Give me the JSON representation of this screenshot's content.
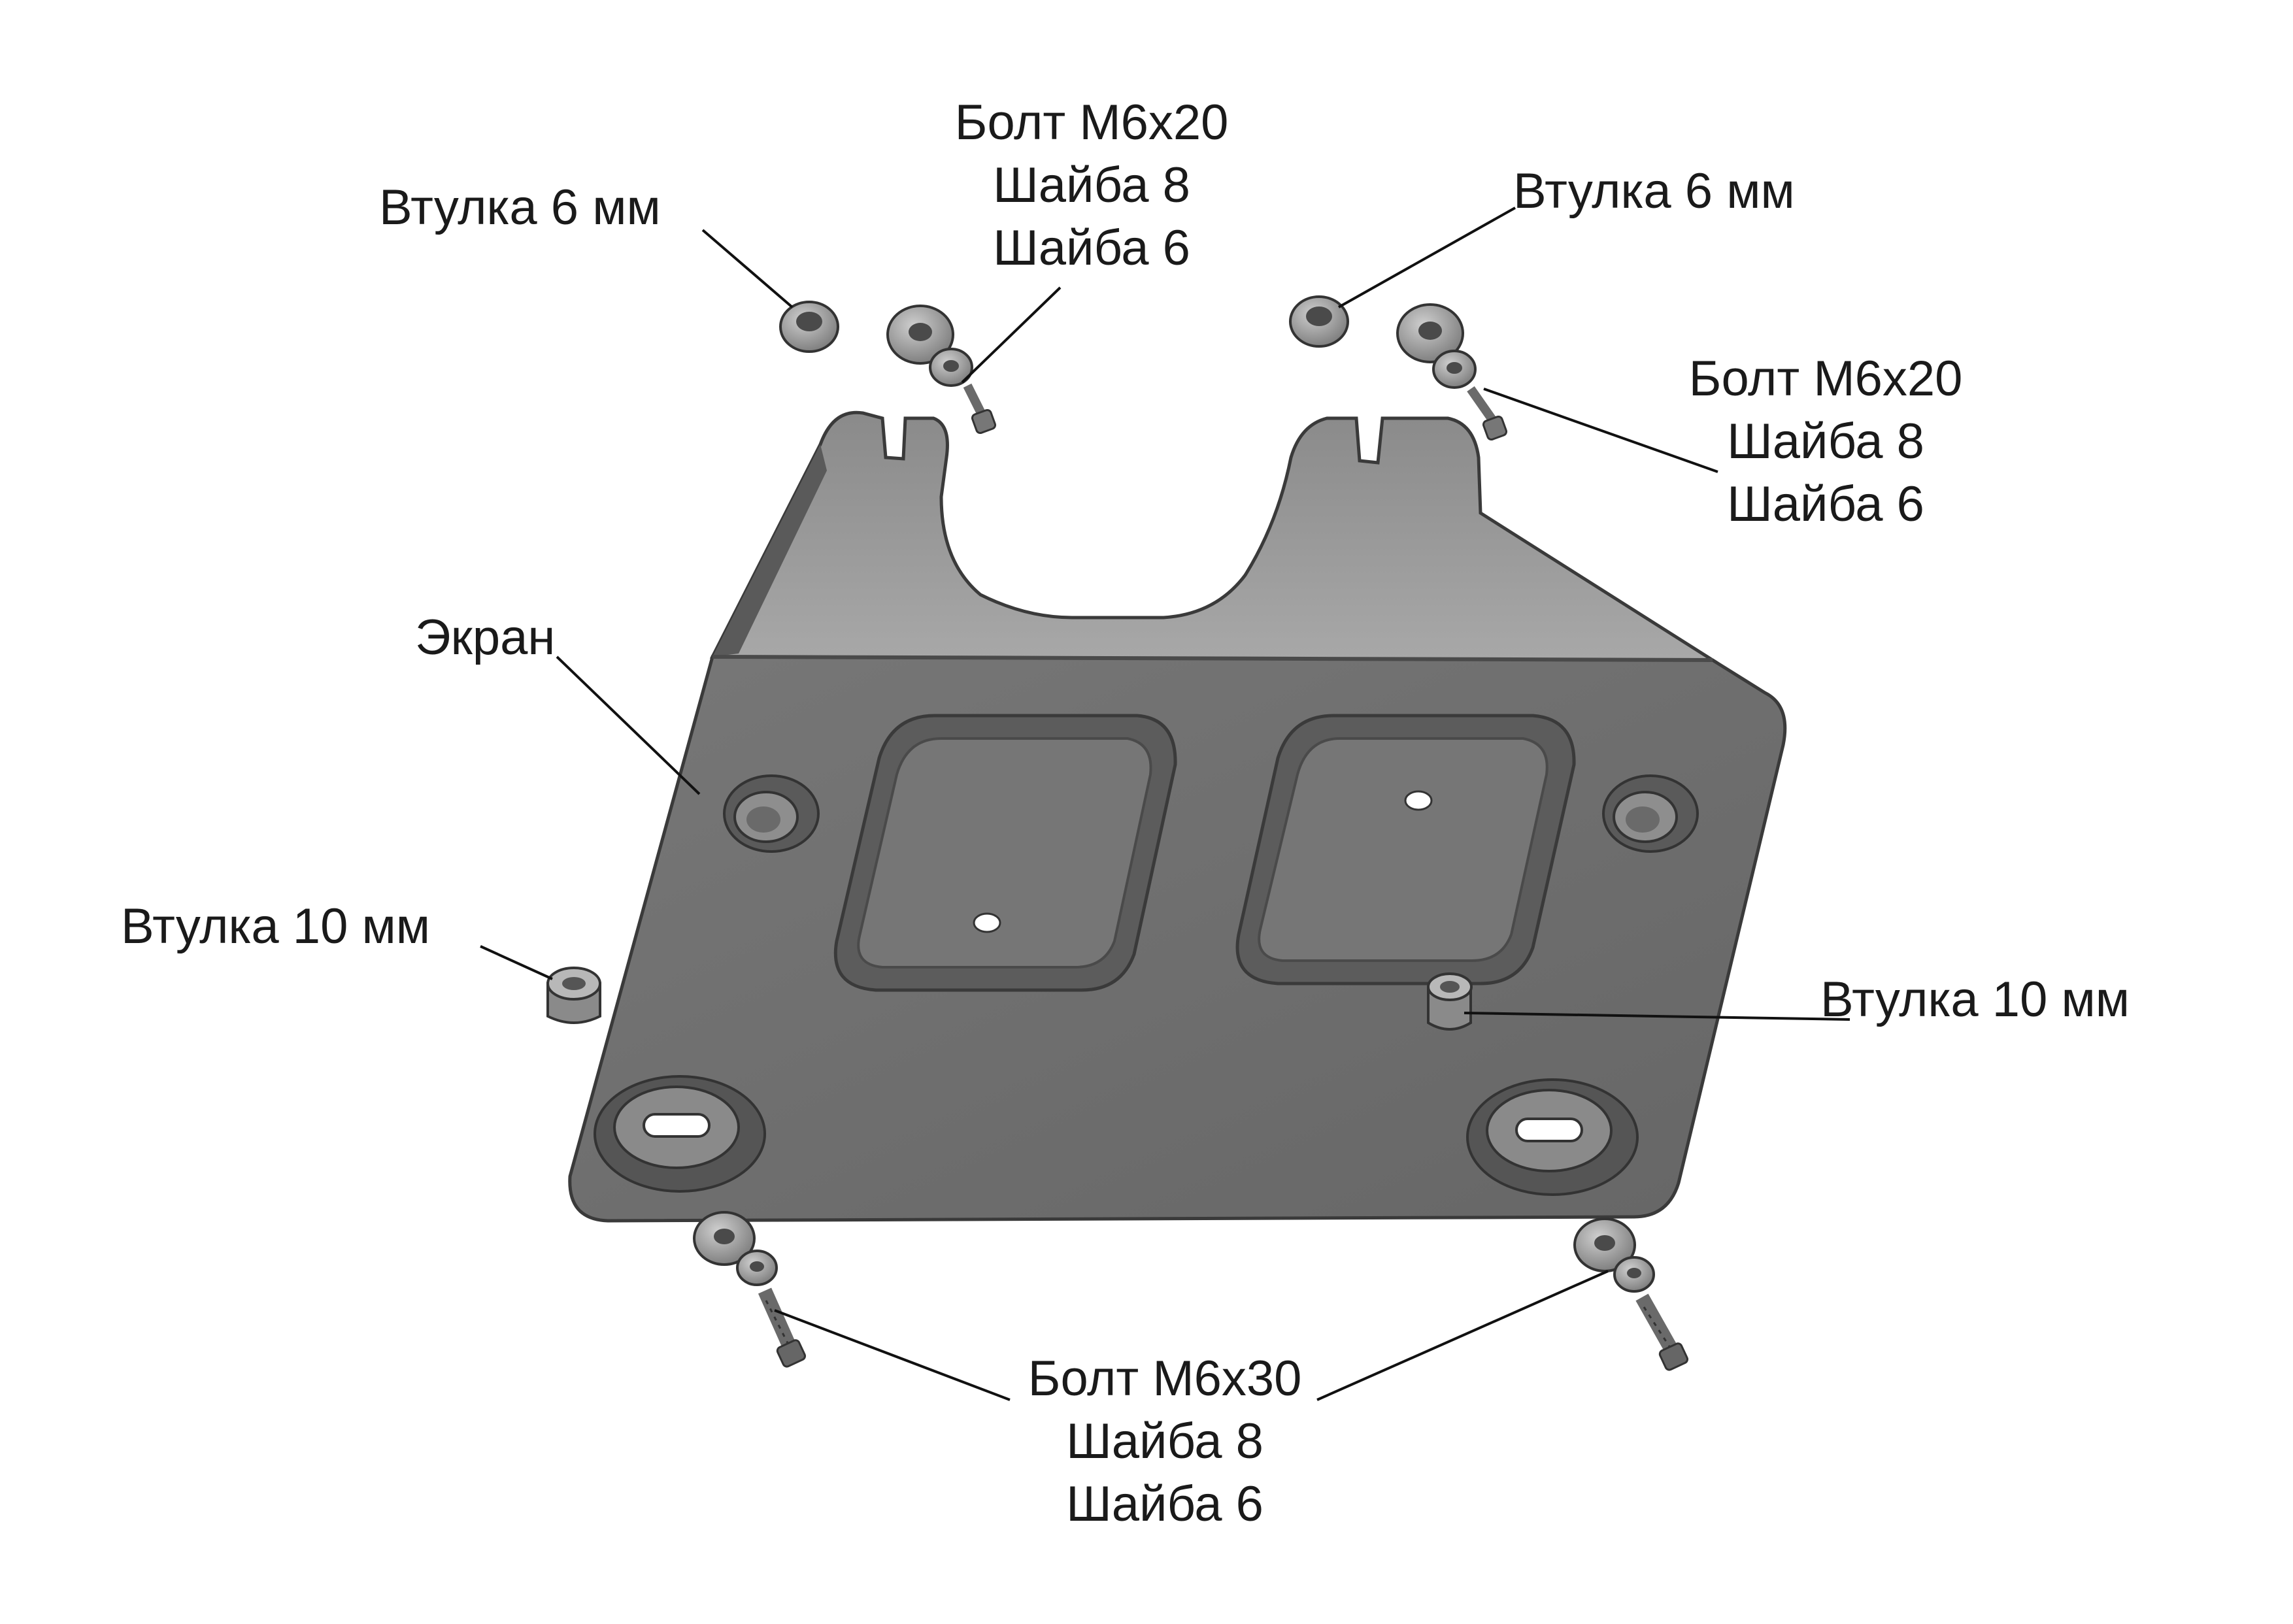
{
  "labels": {
    "bushing6_left": "Втулка 6 мм",
    "bushing6_right": "Втулка 6 мм",
    "screen": "Экран",
    "bushing10_left": "Втулка 10 мм",
    "bushing10_right": "Втулка 10 мм",
    "kit_top_center": [
      "Болт М6х20",
      "Шайба 8",
      "Шайба 6"
    ],
    "kit_top_right": [
      "Болт М6х20",
      "Шайба 8",
      "Шайба 6"
    ],
    "kit_bottom": [
      "Болт М6х30",
      "Шайба 8",
      "Шайба 6"
    ]
  },
  "colors": {
    "plate_main": "#6e6e6e",
    "plate_top": "#9a9a9a",
    "plate_edge": "#3a3a3a",
    "hardware": "#8c8c8c",
    "leader": "#111111"
  }
}
